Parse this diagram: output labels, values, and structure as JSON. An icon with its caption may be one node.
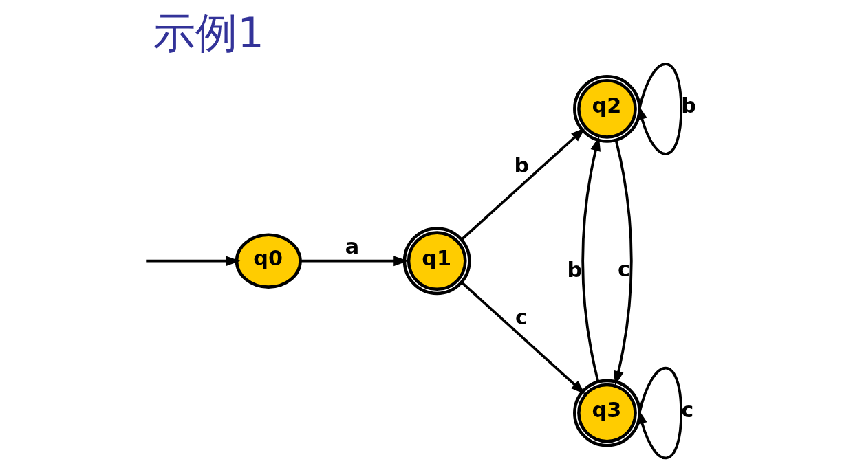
{
  "diagram": {
    "title": "示例1",
    "nodes": [
      {
        "text": [
          "q0"
        ]
      },
      {
        "text": [
          "q1"
        ]
      },
      {
        "text": [
          "q2"
        ]
      },
      {
        "text": [
          "q3"
        ]
      }
    ],
    "edges": [
      {
        "from": null,
        "to": 0,
        "arrow": "to"
      },
      {
        "from": 0,
        "to": 1,
        "label": "a",
        "arrow": "to"
      },
      {
        "from": 1,
        "to": 2,
        "label": "b",
        "arrow": "to"
      },
      {
        "from": 1,
        "to": 3,
        "label": "c",
        "arrow": "to"
      },
      {
        "from": 2,
        "to": 2,
        "label": "b",
        "arrow": "to"
      },
      {
        "from": 2,
        "to": 3,
        "label": "c",
        "arrow": "to"
      },
      {
        "from": 3,
        "to": 2,
        "label": "b",
        "arrow": "to"
      },
      {
        "from": 3,
        "to": 3,
        "label": "c",
        "arrow": "to"
      }
    ]
  }
}
